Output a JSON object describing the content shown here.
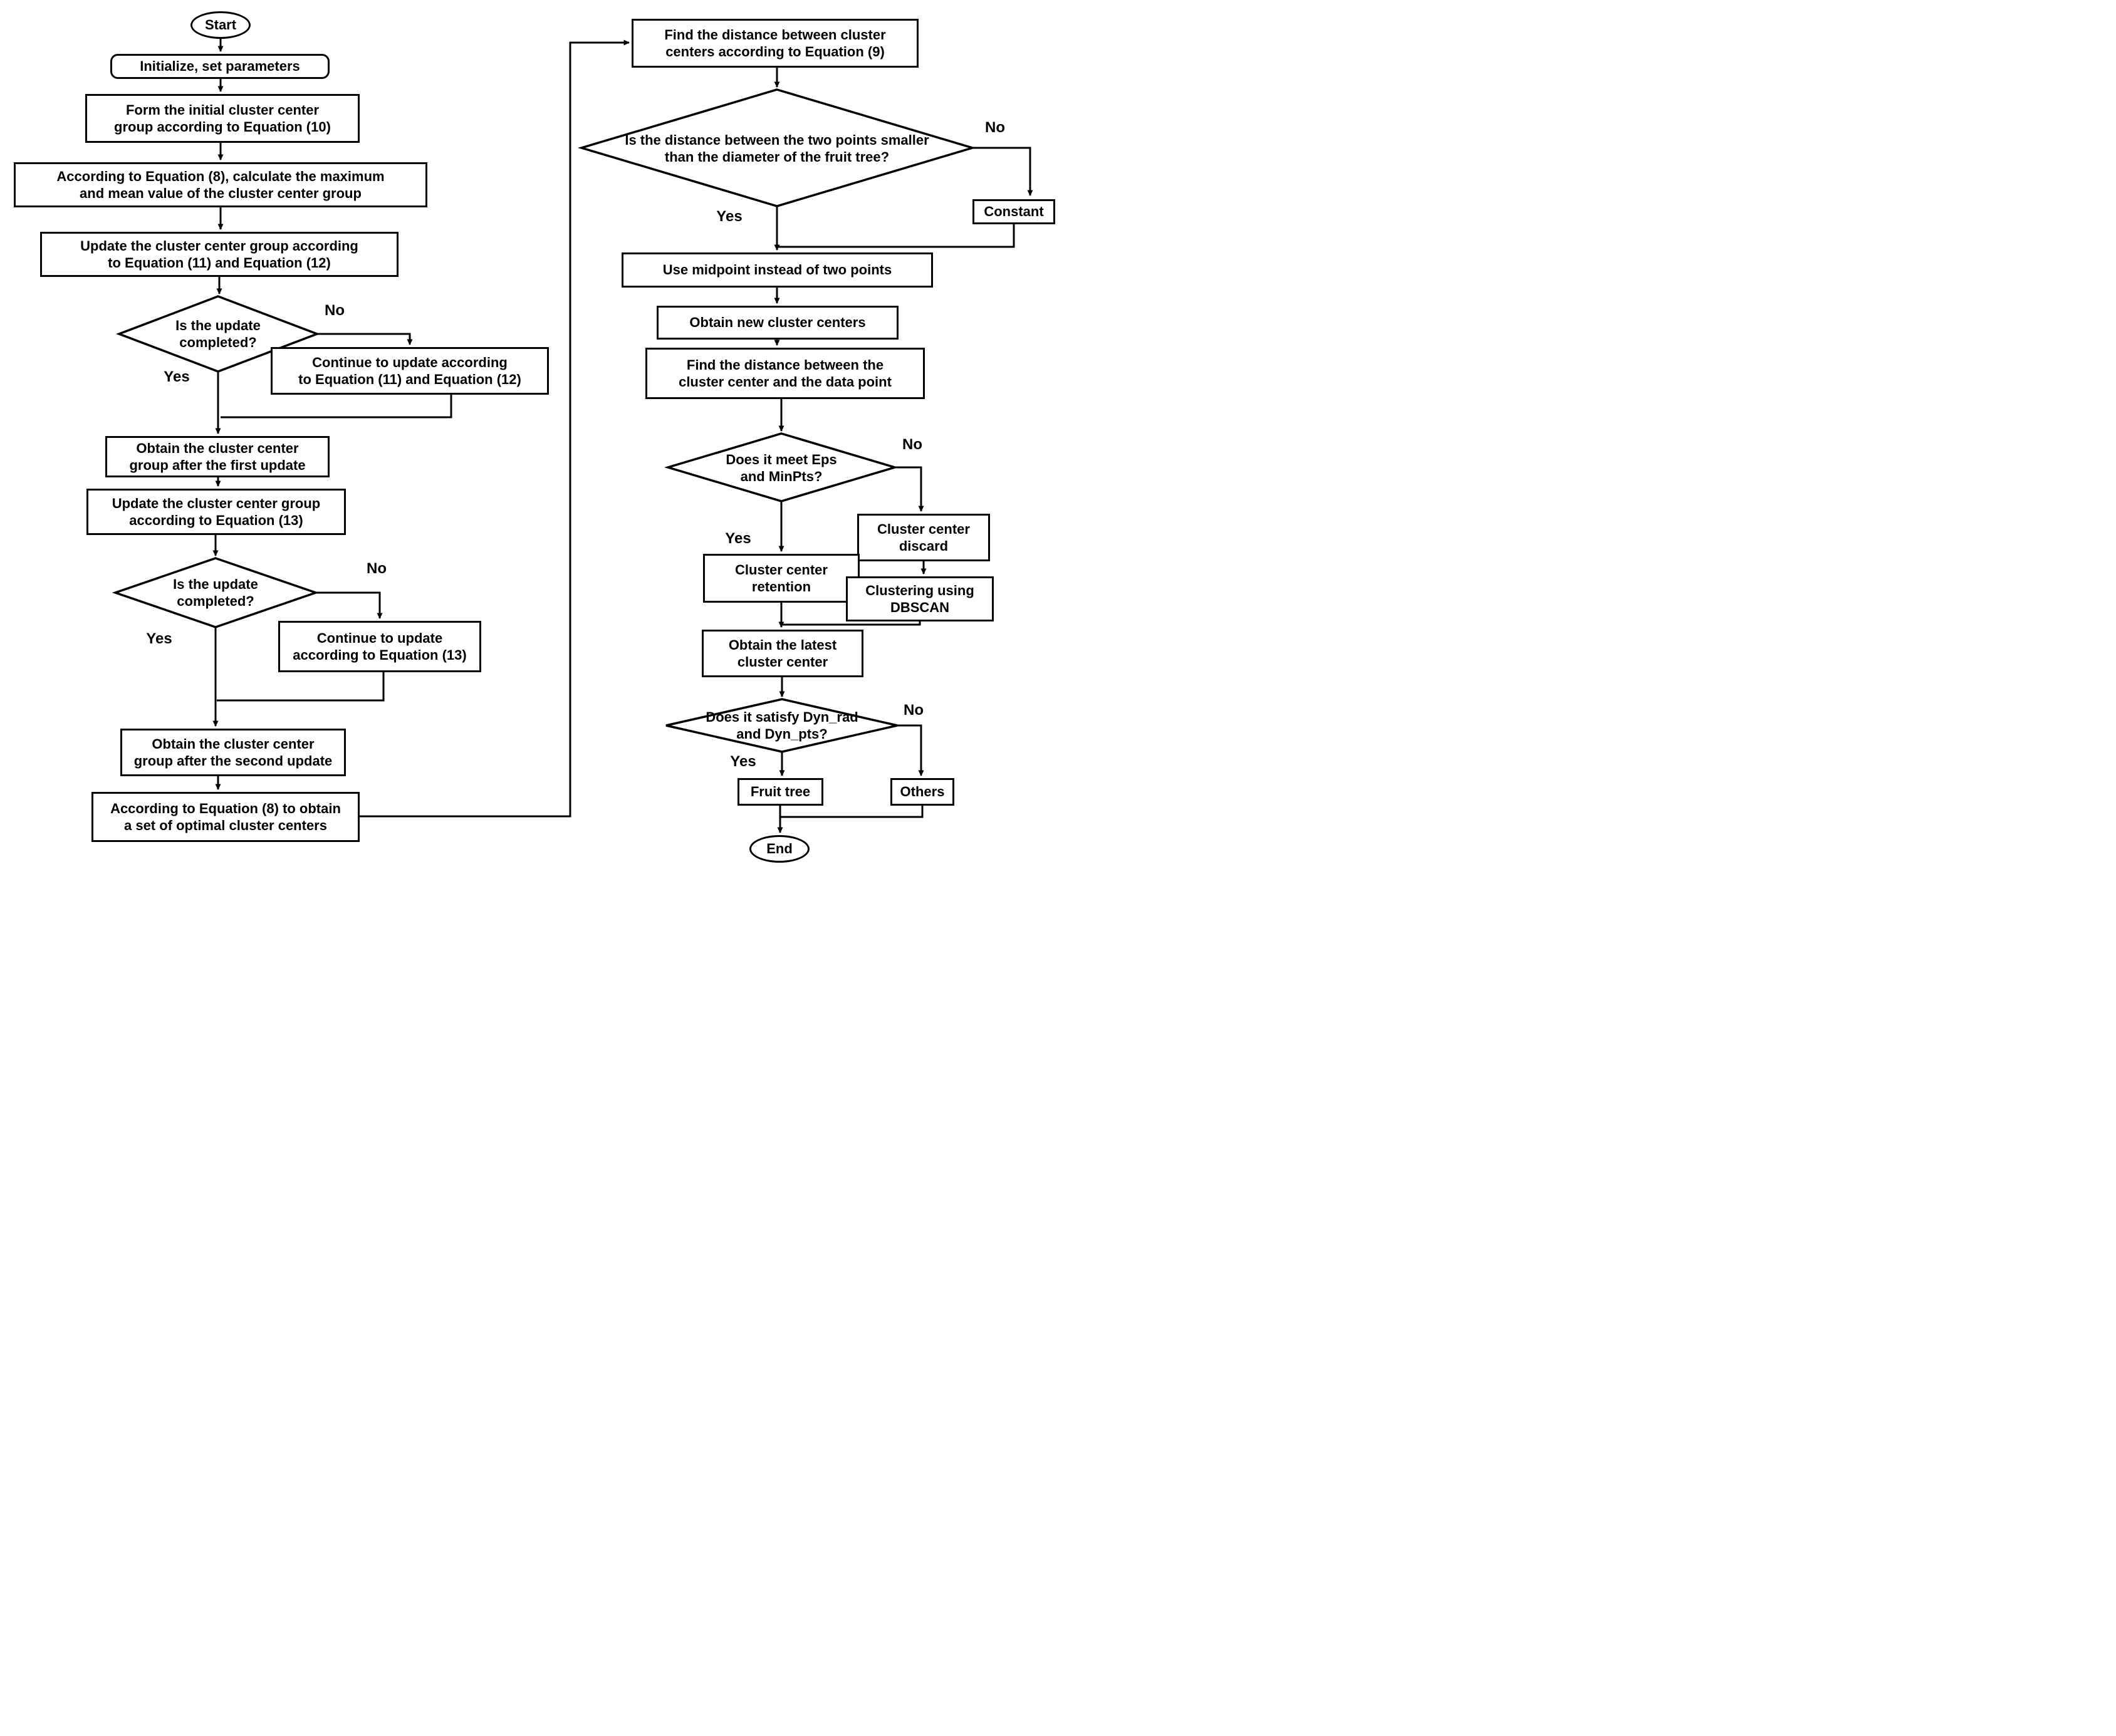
{
  "figure": {
    "type": "flowchart",
    "description": "Two-column clustering algorithm flowchart ending in fruit tree / others classification via DBSCAN"
  },
  "colors": {
    "stroke": "#000000",
    "background": "#ffffff",
    "text": "#000000"
  },
  "labels": {
    "yes": "Yes",
    "no": "No"
  },
  "nodes": {
    "start": {
      "label": "Start"
    },
    "init": {
      "label": "Initialize, set parameters"
    },
    "form_initial": {
      "label": "Form the initial cluster center\ngroup according to Equation (10)"
    },
    "calc_max_mean": {
      "label": "According to Equation (8), calculate the maximum\nand mean value of the cluster center group"
    },
    "update_11_12": {
      "label": "Update the cluster center group according\nto Equation (11) and Equation (12)"
    },
    "d1": {
      "label": "Is the update\ncompleted?"
    },
    "continue_11_12": {
      "label": "Continue to update according\nto Equation (11) and Equation (12)"
    },
    "obtain_first": {
      "label": "Obtain the cluster center\ngroup after the first update"
    },
    "update_13": {
      "label": "Update the cluster center group\naccording to Equation (13)"
    },
    "d2": {
      "label": "Is the update\ncompleted?"
    },
    "continue_13": {
      "label": "Continue to update\naccording to Equation (13)"
    },
    "obtain_second": {
      "label": "Obtain the cluster center\ngroup after the second update"
    },
    "optimal_centers": {
      "label": "According to Equation (8) to obtain\na set of optimal cluster centers"
    },
    "find_distance_9": {
      "label": "Find the distance between cluster\ncenters according to Equation (9)"
    },
    "d3": {
      "label": "Is the distance between the two points smaller\nthan the diameter of the fruit tree?"
    },
    "constant": {
      "label": "Constant"
    },
    "use_midpoint": {
      "label": "Use midpoint instead of two points"
    },
    "obtain_new": {
      "label": "Obtain new cluster centers"
    },
    "find_distance_dp": {
      "label": "Find the distance between the\ncluster center and the data point"
    },
    "d4": {
      "label": "Does it meet Eps\nand MinPts?"
    },
    "retention": {
      "label": "Cluster center\nretention"
    },
    "discard": {
      "label": "Cluster center\ndiscard"
    },
    "dbscan": {
      "label": "Clustering using\nDBSCAN"
    },
    "obtain_latest": {
      "label": "Obtain the latest\ncluster center"
    },
    "d5": {
      "label": "Does it satisfy Dyn_rad\nand Dyn_pts?"
    },
    "fruit_tree": {
      "label": "Fruit tree"
    },
    "others": {
      "label": "Others"
    },
    "end": {
      "label": "End"
    }
  }
}
